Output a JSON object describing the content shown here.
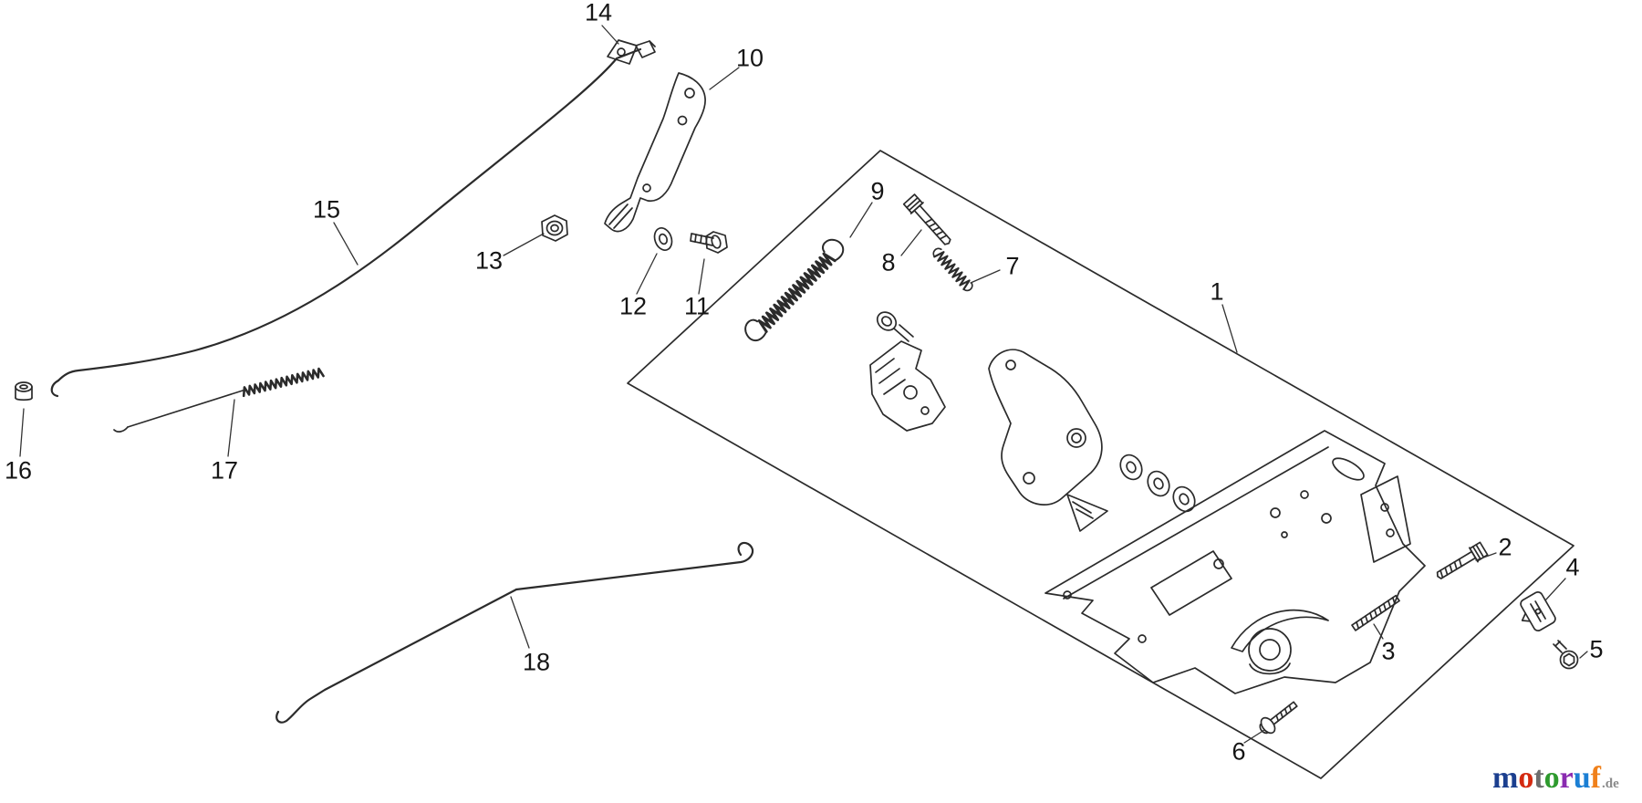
{
  "diagram": {
    "callouts": {
      "c1": "1",
      "c2": "2",
      "c3": "3",
      "c4": "4",
      "c5": "5",
      "c6": "6",
      "c7": "7",
      "c8": "8",
      "c9": "9",
      "c10": "10",
      "c11": "11",
      "c12": "12",
      "c13": "13",
      "c14": "14",
      "c15": "15",
      "c16": "16",
      "c17": "17",
      "c18": "18"
    }
  },
  "logo": {
    "word": "motoruf",
    "letters": [
      {
        "ch": "m",
        "color": "#1b3f8f"
      },
      {
        "ch": "o",
        "color": "#d42a10"
      },
      {
        "ch": "t",
        "color": "#6e6e6e"
      },
      {
        "ch": "o",
        "color": "#2e9a2e"
      },
      {
        "ch": "r",
        "color": "#8a2bb0"
      },
      {
        "ch": "u",
        "color": "#1b7fd4"
      },
      {
        "ch": "f",
        "color": "#f0801a"
      }
    ],
    "tld": ".de",
    "tld_color": "#8a8a8a"
  },
  "colors": {
    "linework": "#2b2b2b",
    "leader": "#333333",
    "background": "#ffffff"
  }
}
